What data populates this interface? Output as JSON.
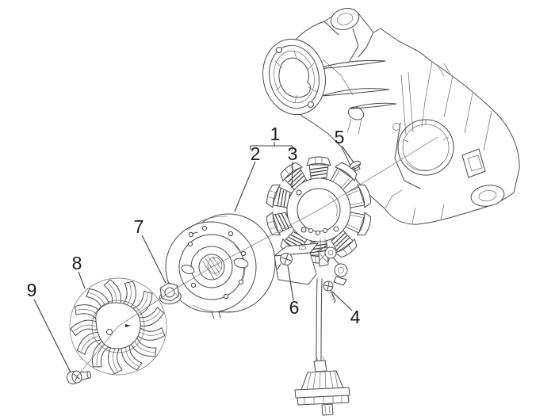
{
  "figure": {
    "type": "exploded-parts-line-diagram",
    "background_color": "#ffffff",
    "line_color": "#4a4a4a",
    "label_color": "#1b1b1b"
  },
  "callouts": [
    {
      "number": "1"
    },
    {
      "number": "2"
    },
    {
      "number": "3"
    },
    {
      "number": "4"
    },
    {
      "number": "5"
    },
    {
      "number": "6"
    },
    {
      "number": "7"
    },
    {
      "number": "8"
    },
    {
      "number": "9"
    }
  ]
}
